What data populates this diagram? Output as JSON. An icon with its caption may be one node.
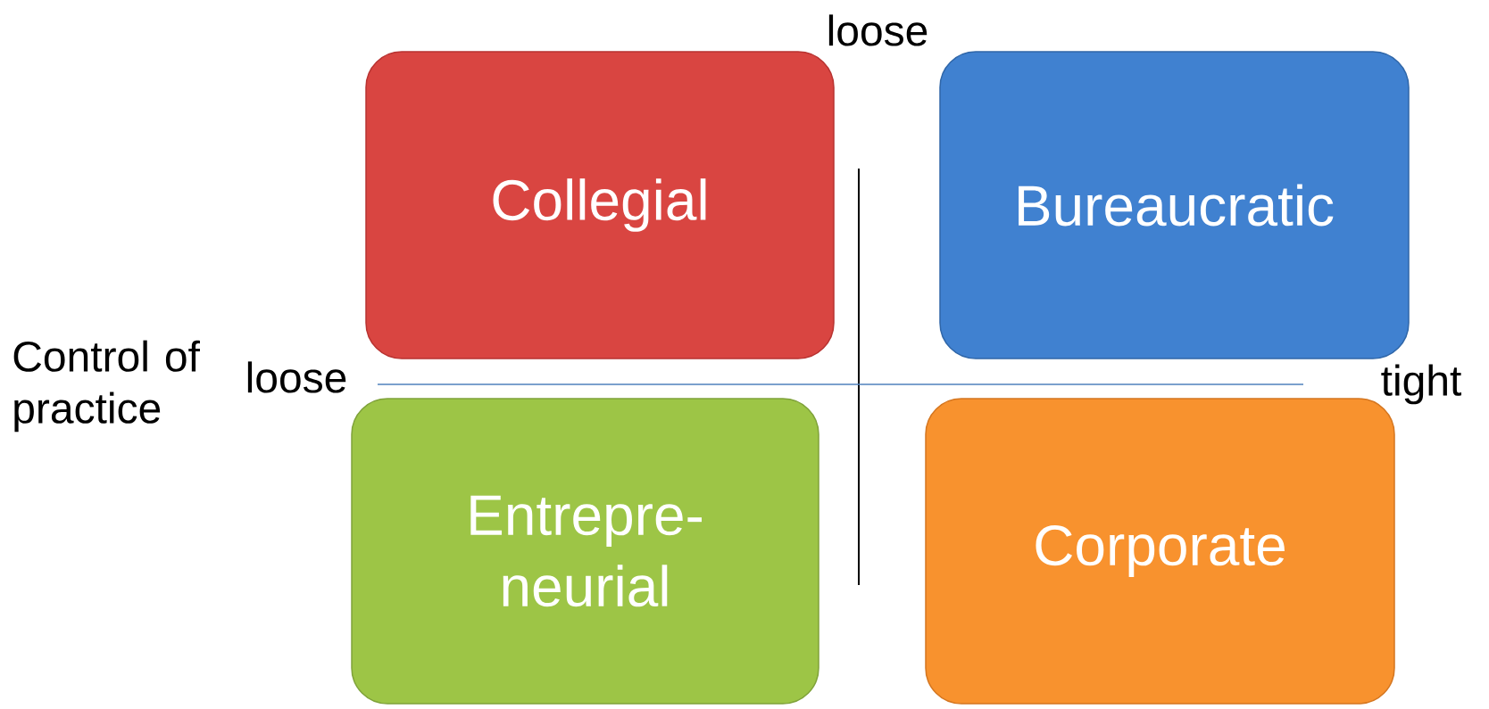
{
  "diagram": {
    "nodes": [
      {
        "text": [
          "Collegial"
        ]
      },
      {
        "text": [
          "Bureaucratic"
        ]
      },
      {
        "text": [
          "Entrepre- neurial"
        ]
      },
      {
        "text": [
          "Corporate"
        ]
      }
    ],
    "labels": [
      "loose",
      "Control of practice",
      "loose",
      "tight"
    ]
  }
}
